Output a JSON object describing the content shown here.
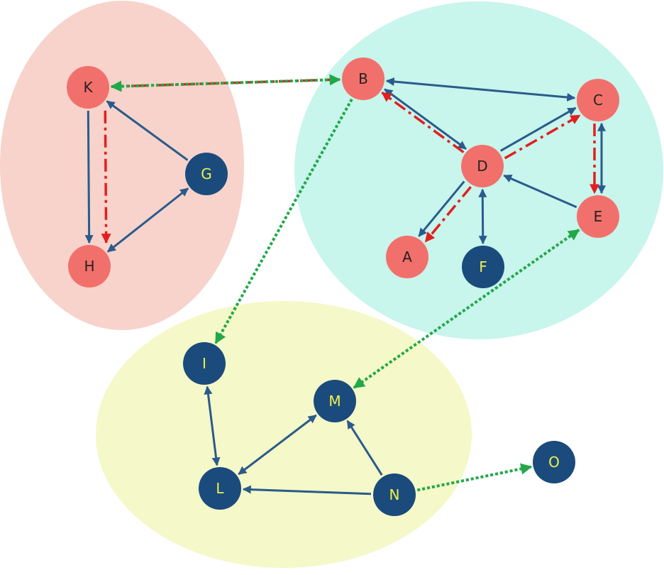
{
  "colors": {
    "region_pink": "#f7d3cb",
    "region_cyan": "#c8f5ec",
    "region_yellow": "#f5f8c8",
    "node_red": "#f2706b",
    "node_navy": "#1a4b7c",
    "label_dark": "#222222",
    "label_yellow": "#f2f04a",
    "edge_blue": "#2a5b8c",
    "edge_red": "#e21f1f",
    "edge_green": "#22a84a"
  },
  "nodes": {
    "A": {
      "label": "A",
      "fill": "red"
    },
    "B": {
      "label": "B",
      "fill": "red"
    },
    "C": {
      "label": "C",
      "fill": "red"
    },
    "D": {
      "label": "D",
      "fill": "red"
    },
    "E": {
      "label": "E",
      "fill": "red"
    },
    "F": {
      "label": "F",
      "fill": "navy"
    },
    "G": {
      "label": "G",
      "fill": "navy"
    },
    "H": {
      "label": "H",
      "fill": "red"
    },
    "I": {
      "label": "I",
      "fill": "navy"
    },
    "K": {
      "label": "K",
      "fill": "red"
    },
    "L": {
      "label": "L",
      "fill": "navy"
    },
    "M": {
      "label": "M",
      "fill": "navy"
    },
    "N": {
      "label": "N",
      "fill": "navy"
    },
    "O": {
      "label": "O",
      "fill": "navy"
    }
  },
  "edges": [
    {
      "from": "K",
      "to": "H",
      "style": "blue",
      "dir": "forward"
    },
    {
      "from": "G",
      "to": "K",
      "style": "blue",
      "dir": "forward"
    },
    {
      "from": "G",
      "to": "H",
      "style": "blue",
      "dir": "both"
    },
    {
      "from": "K",
      "to": "H",
      "style": "red",
      "dir": "forward"
    },
    {
      "from": "B",
      "to": "K",
      "style": "red",
      "dir": "forward"
    },
    {
      "from": "K",
      "to": "B",
      "style": "green",
      "dir": "both"
    },
    {
      "from": "B",
      "to": "C",
      "style": "blue",
      "dir": "both"
    },
    {
      "from": "B",
      "to": "D",
      "style": "blue",
      "dir": "both"
    },
    {
      "from": "D",
      "to": "B",
      "style": "red",
      "dir": "forward"
    },
    {
      "from": "D",
      "to": "C",
      "style": "blue",
      "dir": "forward"
    },
    {
      "from": "D",
      "to": "C",
      "style": "red",
      "dir": "forward"
    },
    {
      "from": "C",
      "to": "E",
      "style": "blue",
      "dir": "both"
    },
    {
      "from": "C",
      "to": "E",
      "style": "red",
      "dir": "forward"
    },
    {
      "from": "E",
      "to": "D",
      "style": "blue",
      "dir": "forward"
    },
    {
      "from": "D",
      "to": "A",
      "style": "blue",
      "dir": "forward"
    },
    {
      "from": "D",
      "to": "A",
      "style": "red",
      "dir": "forward"
    },
    {
      "from": "D",
      "to": "F",
      "style": "blue",
      "dir": "both"
    },
    {
      "from": "B",
      "to": "I",
      "style": "green",
      "dir": "forward"
    },
    {
      "from": "E",
      "to": "M",
      "style": "green",
      "dir": "both"
    },
    {
      "from": "I",
      "to": "L",
      "style": "blue",
      "dir": "both"
    },
    {
      "from": "L",
      "to": "M",
      "style": "blue",
      "dir": "both"
    },
    {
      "from": "N",
      "to": "M",
      "style": "blue",
      "dir": "forward"
    },
    {
      "from": "N",
      "to": "L",
      "style": "blue",
      "dir": "forward"
    },
    {
      "from": "N",
      "to": "O",
      "style": "green",
      "dir": "forward"
    }
  ]
}
